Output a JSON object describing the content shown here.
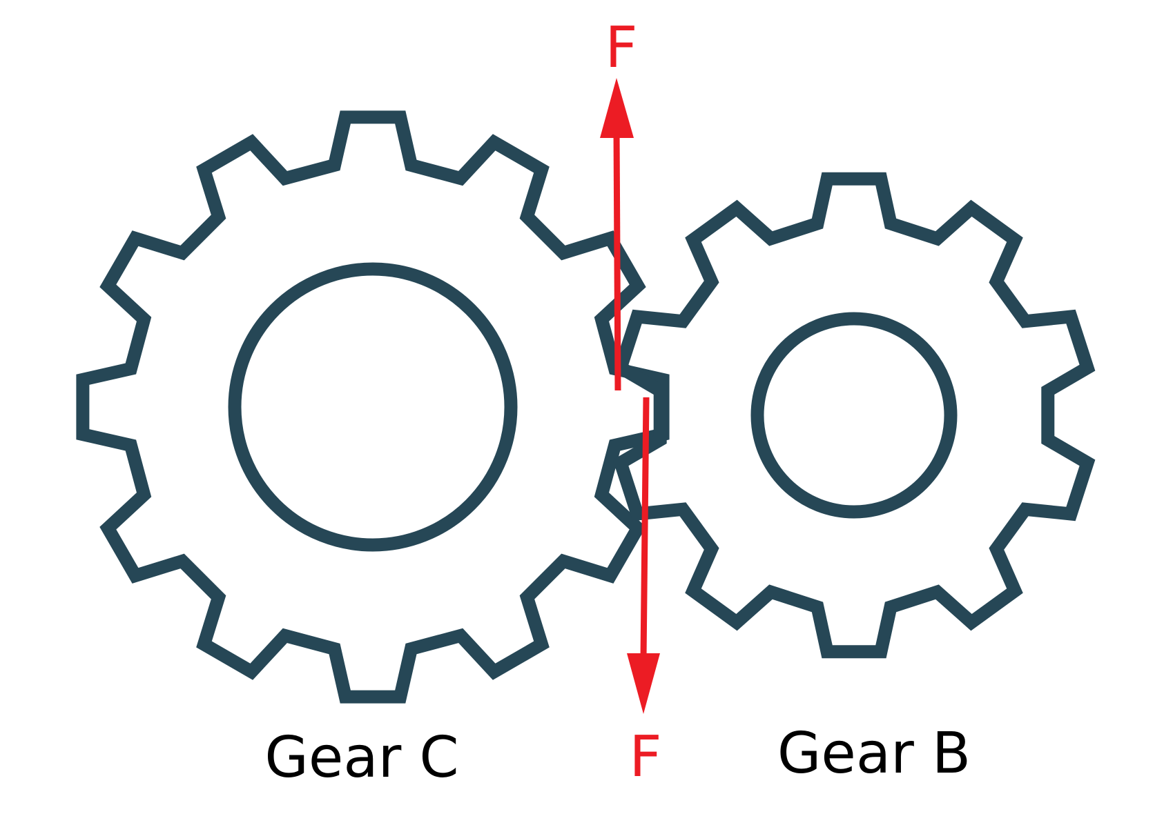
{
  "colors": {
    "gear": "#264756",
    "force": "#ec1c24",
    "label": "#000000"
  },
  "gears": {
    "gear_c": {
      "label": "Gear C"
    },
    "gear_b": {
      "label": "Gear B"
    }
  },
  "forces": {
    "upward": {
      "label": "F"
    },
    "downward": {
      "label": "F"
    }
  }
}
